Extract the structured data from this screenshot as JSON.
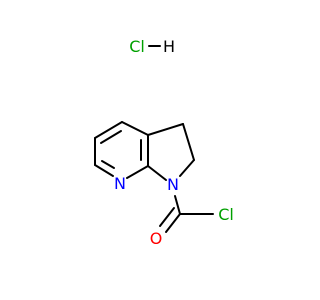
{
  "molecule": {
    "labels": {
      "hcl_cl": "Cl",
      "hcl_h": "H",
      "ring_n": "N",
      "amide_n": "N",
      "carbonyl_o": "O",
      "acyl_cl": "Cl"
    },
    "colors": {
      "bond": "#000000",
      "chlorine": "#00a000",
      "nitrogen": "#0000ff",
      "oxygen": "#ff0000"
    }
  }
}
